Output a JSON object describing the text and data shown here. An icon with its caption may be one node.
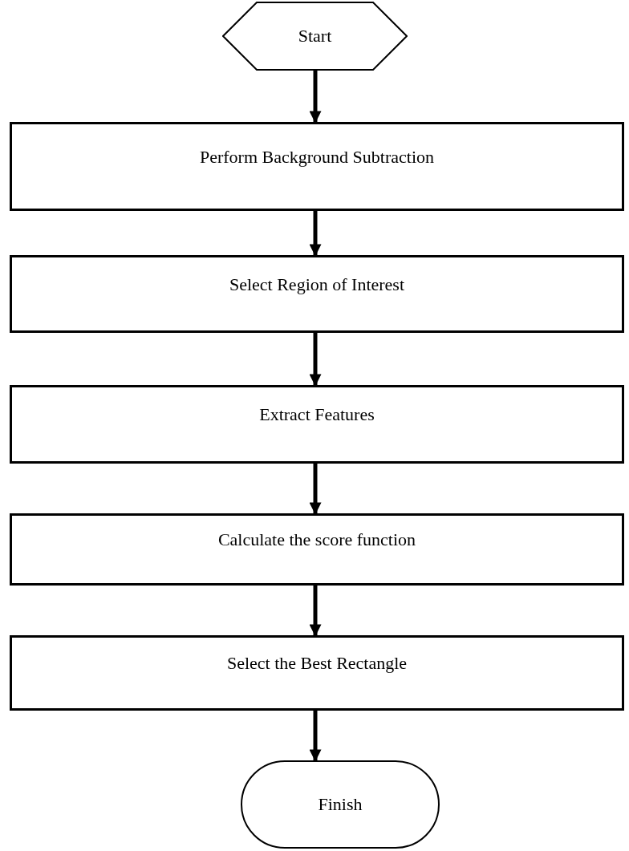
{
  "diagram": {
    "nodes": [
      {
        "text": [
          "Start"
        ]
      },
      {
        "text": [
          "Perform Background Subtraction"
        ]
      },
      {
        "text": [
          "Select Region of Interest"
        ]
      },
      {
        "text": [
          "Extract Features"
        ]
      },
      {
        "text": [
          "Calculate the score function"
        ]
      },
      {
        "text": [
          "Select the Best Rectangle"
        ]
      },
      {
        "text": [
          "Finish"
        ]
      }
    ],
    "edges": [
      {
        "from": 0,
        "to": 1,
        "arrow": "to"
      },
      {
        "from": 1,
        "to": 2,
        "arrow": "to"
      },
      {
        "from": 2,
        "to": 3,
        "arrow": "to"
      },
      {
        "from": 3,
        "to": 4,
        "arrow": "to"
      },
      {
        "from": 4,
        "to": 5,
        "arrow": "to"
      },
      {
        "from": 5,
        "to": 6,
        "arrow": "to"
      }
    ]
  }
}
